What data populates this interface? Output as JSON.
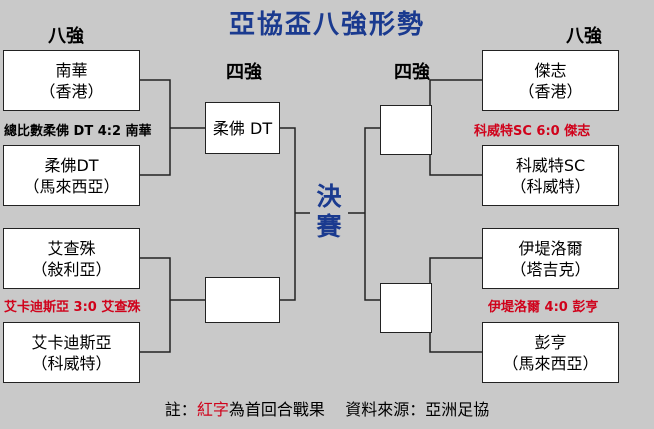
{
  "title": "亞協盃八強形勢",
  "headers": {
    "left_quarter": "八強",
    "left_semi": "四強",
    "right_semi": "四強",
    "right_quarter": "八強"
  },
  "final_label": [
    "決",
    "賽"
  ],
  "left": {
    "team1": {
      "name": "南華",
      "country": "（香港）"
    },
    "team2": {
      "name": "柔佛DT",
      "country": "（馬來西亞）"
    },
    "team3": {
      "name": "艾查殊",
      "country": "（敍利亞）"
    },
    "team4": {
      "name": "艾卡迪斯亞",
      "country": "（科威特）"
    },
    "semi1": "柔佛 DT",
    "semi2": "",
    "note1": "總比數柔佛 DT 4:2 南華",
    "note2": "艾卡迪斯亞 3:0 艾查殊"
  },
  "right": {
    "team1": {
      "name": "傑志",
      "country": "（香港）"
    },
    "team2": {
      "name": "科威特SC",
      "country": "（科威特）"
    },
    "team3": {
      "name": "伊堤洛爾",
      "country": "（塔吉克）"
    },
    "team4": {
      "name": "彭亨",
      "country": "（馬來西亞）"
    },
    "semi1": "",
    "semi2": "",
    "note1": "科威特SC 6:0 傑志",
    "note2": "伊堤洛爾 4:0 彭亨"
  },
  "footer": {
    "prefix": "註：",
    "red": "紅字",
    "middle": "為首回合戰果",
    "source": "資料來源：亞洲足協"
  },
  "colors": {
    "title": "#1a3a8f",
    "red_note": "#d0021b",
    "background": "#c9c9c9"
  }
}
